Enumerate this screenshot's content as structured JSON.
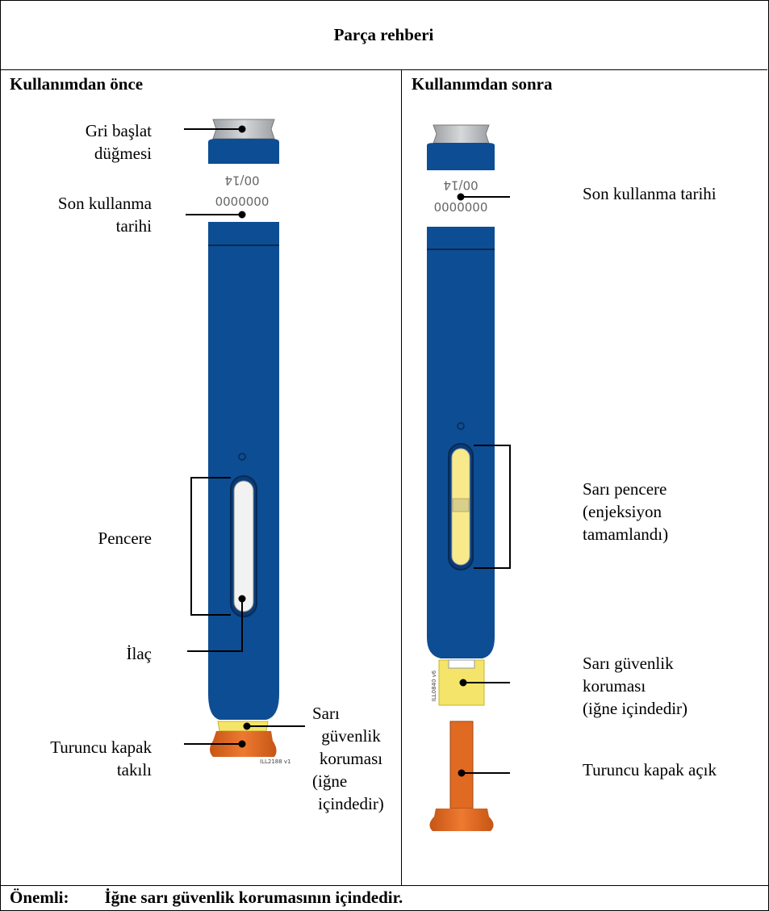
{
  "title": "Parça rehberi",
  "before": {
    "heading": "Kullanımdan önce",
    "labels": {
      "start_button_line1": "Gri başlat",
      "start_button_line2": "düğmesi",
      "expiry_line1": "Son kullanma",
      "expiry_line2": "tarihi",
      "window": "Pencere",
      "medicine": "İlaç",
      "cap_line1": "Turuncu kapak",
      "cap_line2": "takılı",
      "guard_line1": "Sarı",
      "guard_line2": "güvenlik",
      "guard_line3": "koruması",
      "guard_line4": "(iğne",
      "guard_line5": "içindedir)"
    },
    "pen_label_top": "00/14",
    "pen_label_bottom": "0000000",
    "code": "ILL2188 v1"
  },
  "after": {
    "heading": "Kullanımdan sonra",
    "labels": {
      "expiry": "Son kullanma tarihi",
      "window_line1": "Sarı pencere",
      "window_line2": "(enjeksiyon",
      "window_line3": "tamamlandı)",
      "guard_line1": "Sarı güvenlik",
      "guard_line2": "koruması",
      "guard_line3": "(iğne içindedir)",
      "cap": "Turuncu kapak açık"
    },
    "pen_label_top": "00/14",
    "pen_label_bottom": "0000000",
    "code": "ILL0840 v6"
  },
  "footer": {
    "label": "Önemli:",
    "text": "İğne sarı güvenlik korumasının içindedir."
  },
  "colors": {
    "pen_blue": "#0d4d94",
    "pen_blue_dark": "#0a3c78",
    "button_gray": "#b9bcbf",
    "guard_yellow": "#f4e46a",
    "cap_orange": "#e06a22",
    "window_yellow": "#f8ea8a"
  }
}
